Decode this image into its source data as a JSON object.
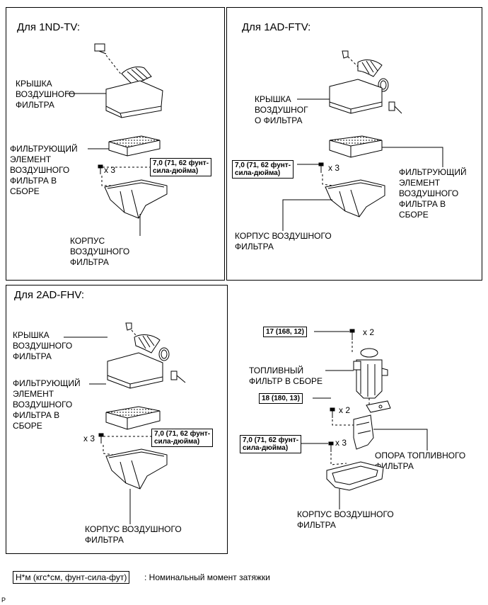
{
  "panels": {
    "p1": {
      "title": "Для 1ND-TV:",
      "cover": [
        "КРЫШКА",
        "ВОЗДУШНОГО",
        "ФИЛЬТРА"
      ],
      "element": [
        "ФИЛЬТРУЮЩИЙ",
        "ЭЛЕМЕНТ",
        "ВОЗДУШНОГО",
        "ФИЛЬТРА В",
        "СБОРЕ"
      ],
      "torque": [
        "7,0 (71, 62 фунт-",
        "сила-дюйма)"
      ],
      "mult": "x 3",
      "housing": [
        "КОРПУС",
        "ВОЗДУШНОГО",
        "ФИЛЬТРА"
      ]
    },
    "p2": {
      "title": "Для 1AD-FTV:",
      "cover": [
        "КРЫШКА",
        "ВОЗДУШНОГ",
        "О ФИЛЬТРА"
      ],
      "torque": [
        "7,0 (71, 62 фунт-",
        "сила-дюйма)"
      ],
      "mult": "x 3",
      "element": [
        "ФИЛЬТРУЮЩИЙ",
        "ЭЛЕМЕНТ",
        "ВОЗДУШНОГО",
        "ФИЛЬТРА В",
        "СБОРЕ"
      ],
      "housing": [
        "КОРПУС ВОЗДУШНОГО",
        "ФИЛЬТРА"
      ]
    },
    "p3": {
      "title": "Для 2AD-FHV:",
      "cover": [
        "КРЫШКА",
        "ВОЗДУШНОГО",
        "ФИЛЬТРА"
      ],
      "element": [
        "ФИЛЬТРУЮЩИЙ",
        "ЭЛЕМЕНТ",
        "ВОЗДУШНОГО",
        "ФИЛЬТРА В",
        "СБОРЕ"
      ],
      "torque": [
        "7,0 (71, 62 фунт-",
        "сила-дюйма)"
      ],
      "mult": "x 3",
      "housing": [
        "КОРПУС ВОЗДУШНОГО",
        "ФИЛЬТРА"
      ]
    },
    "p4": {
      "torque_top": "17 (168, 12)",
      "mult_top": "x 2",
      "fuel_filter": [
        "ТОПЛИВНЫЙ",
        "ФИЛЬТР В СБОРЕ"
      ],
      "torque_mid": "18 (180, 13)",
      "mult_mid": "x 2",
      "torque_low": [
        "7,0 (71, 62 фунт-",
        "сила-дюйма)"
      ],
      "mult_low": "x 3",
      "bracket": [
        "ОПОРА ТОПЛИВНОГО",
        "ФИЛЬТРА"
      ],
      "housing": [
        "КОРПУС ВОЗДУШНОГО",
        "ФИЛЬТРА"
      ]
    }
  },
  "legend": {
    "box": "Н*м (кгс*см, фунт-сила-фут)",
    "text": ": Номинальный момент затяжки"
  },
  "corner_mark": "P"
}
